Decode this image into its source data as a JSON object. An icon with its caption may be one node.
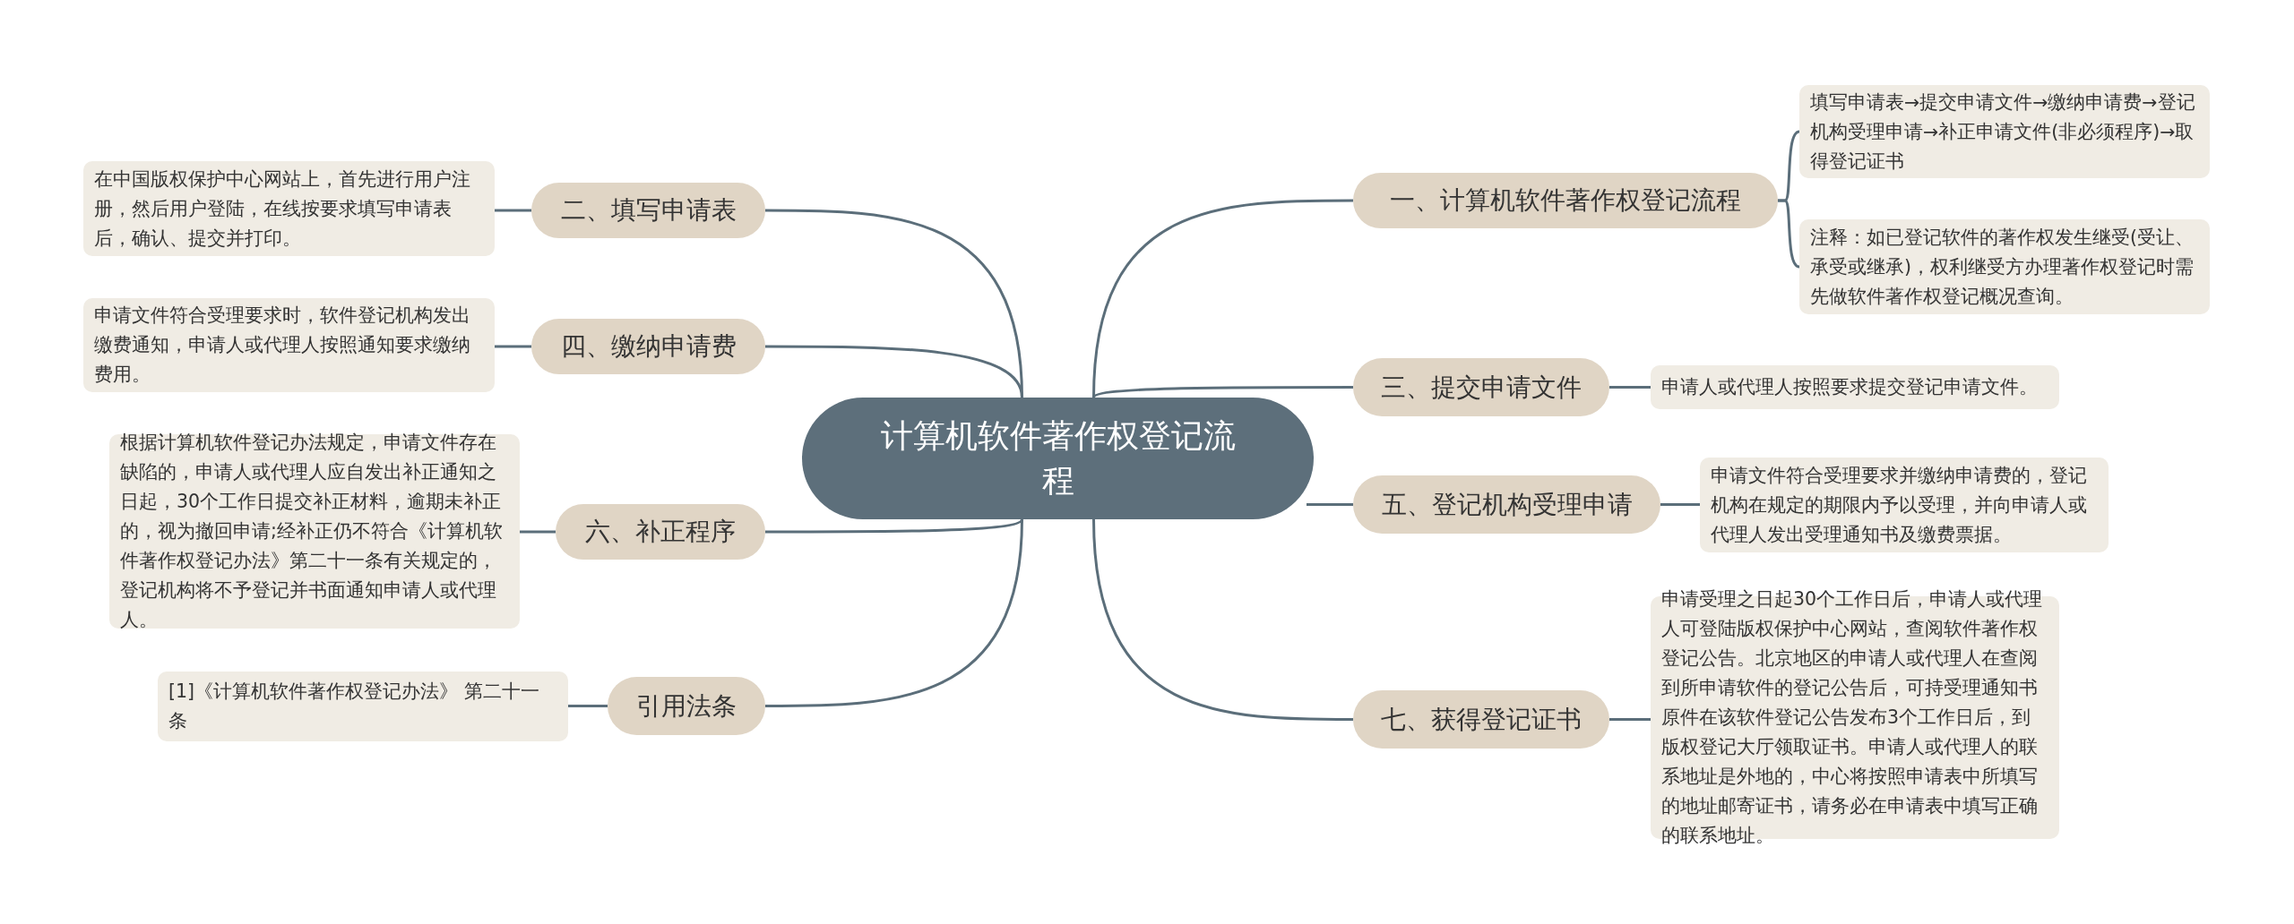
{
  "diagram": {
    "nodes": [
      {
        "text": [
          "计算机软件著作权登记流程"
        ]
      },
      {
        "text": [
          "一、计算机软件著作权登记流程"
        ]
      },
      {
        "text": [
          "填写申请表→提交申请文件→缴纳申请费→登记机构受理申请→补正申请文件(非必须程序)→取得登记证书"
        ]
      },
      {
        "text": [
          "注释：如已登记软件的著作权发生继受(受让、承受或继承)，权利继受方办理著作权登记时需先做软件著作权登记概况查询。"
        ]
      },
      {
        "text": [
          "二、填写申请表"
        ]
      },
      {
        "text": [
          "在中国版权保护中心网站上，首先进行用户注册，然后用户登陆，在线按要求填写申请表后，确认、提交并打印。"
        ]
      },
      {
        "text": [
          "三、提交申请文件"
        ]
      },
      {
        "text": [
          "申请人或代理人按照要求提交登记申请文件。"
        ]
      },
      {
        "text": [
          "四、缴纳申请费"
        ]
      },
      {
        "text": [
          "申请文件符合受理要求时，软件登记机构发出缴费通知，申请人或代理人按照通知要求缴纳费用。"
        ]
      },
      {
        "text": [
          "五、登记机构受理申请"
        ]
      },
      {
        "text": [
          "申请文件符合受理要求并缴纳申请费的，登记机构在规定的期限内予以受理，并向申请人或代理人发出受理通知书及缴费票据。"
        ]
      },
      {
        "text": [
          "六、补正程序"
        ]
      },
      {
        "text": [
          "根据计算机软件登记办法规定，申请文件存在缺陷的，申请人或代理人应自发出补正通知之日起，30个工作日提交补正材料，逾期未补正的，视为撤回申请;经补正仍不符合《计算机软件著作权登记办法》第二十一条有关规定的，登记机构将不予登记并书面通知申请人或代理人。"
        ]
      },
      {
        "text": [
          "七、获得登记证书"
        ]
      },
      {
        "text": [
          "申请受理之日起30个工作日后，申请人或代理人可登陆版权保护中心网站，查阅软件著作权登记公告。北京地区的申请人或代理人在查阅到所申请软件的登记公告后，可持受理通知书原件在该软件登记公告发布3个工作日后，到版权登记大厅领取证书。申请人或代理人的联系地址是外地的，中心将按照申请表中所填写的地址邮寄证书，请务必在申请表中填写正确的联系地址。"
        ]
      },
      {
        "text": [
          "引用法条"
        ]
      },
      {
        "text": [
          "[1]《计算机软件著作权登记办法》 第二十一条"
        ]
      }
    ],
    "edges": [
      {
        "from": 0,
        "to": 1,
        "arrow": "none"
      },
      {
        "from": 1,
        "to": 2,
        "arrow": "none"
      },
      {
        "from": 1,
        "to": 3,
        "arrow": "none"
      },
      {
        "from": 0,
        "to": 4,
        "arrow": "none"
      },
      {
        "from": 4,
        "to": 5,
        "arrow": "none"
      },
      {
        "from": 0,
        "to": 6,
        "arrow": "none"
      },
      {
        "from": 6,
        "to": 7,
        "arrow": "none"
      },
      {
        "from": 0,
        "to": 8,
        "arrow": "none"
      },
      {
        "from": 8,
        "to": 9,
        "arrow": "none"
      },
      {
        "from": 0,
        "to": 10,
        "arrow": "none"
      },
      {
        "from": 10,
        "to": 11,
        "arrow": "none"
      },
      {
        "from": 0,
        "to": 12,
        "arrow": "none"
      },
      {
        "from": 12,
        "to": 13,
        "arrow": "none"
      },
      {
        "from": 0,
        "to": 14,
        "arrow": "none"
      },
      {
        "from": 14,
        "to": 15,
        "arrow": "none"
      },
      {
        "from": 0,
        "to": 16,
        "arrow": "none"
      },
      {
        "from": 16,
        "to": 17,
        "arrow": "none"
      }
    ]
  }
}
